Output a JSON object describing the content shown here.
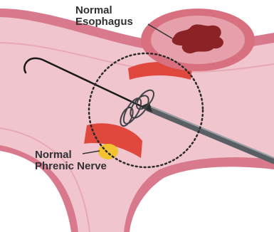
{
  "labels": {
    "esophagus": {
      "line1": "Normal",
      "line2": "Esophagus"
    },
    "phrenic": {
      "line1": "Normal",
      "line2": "Phrenic Nerve"
    }
  },
  "colors": {
    "background": "#ffffff",
    "vessel_wall": "#d9798d",
    "vessel_lumen": "#f1c5cd",
    "ablation_zone": "#e0483e",
    "esophagus_outer": "#d8707f",
    "esophagus_lumen": "#8a2226",
    "nerve": "#f2c230",
    "catheter": "#5b5f63",
    "guidewire": "#1a1a1a",
    "label_text": "#2f3133"
  }
}
